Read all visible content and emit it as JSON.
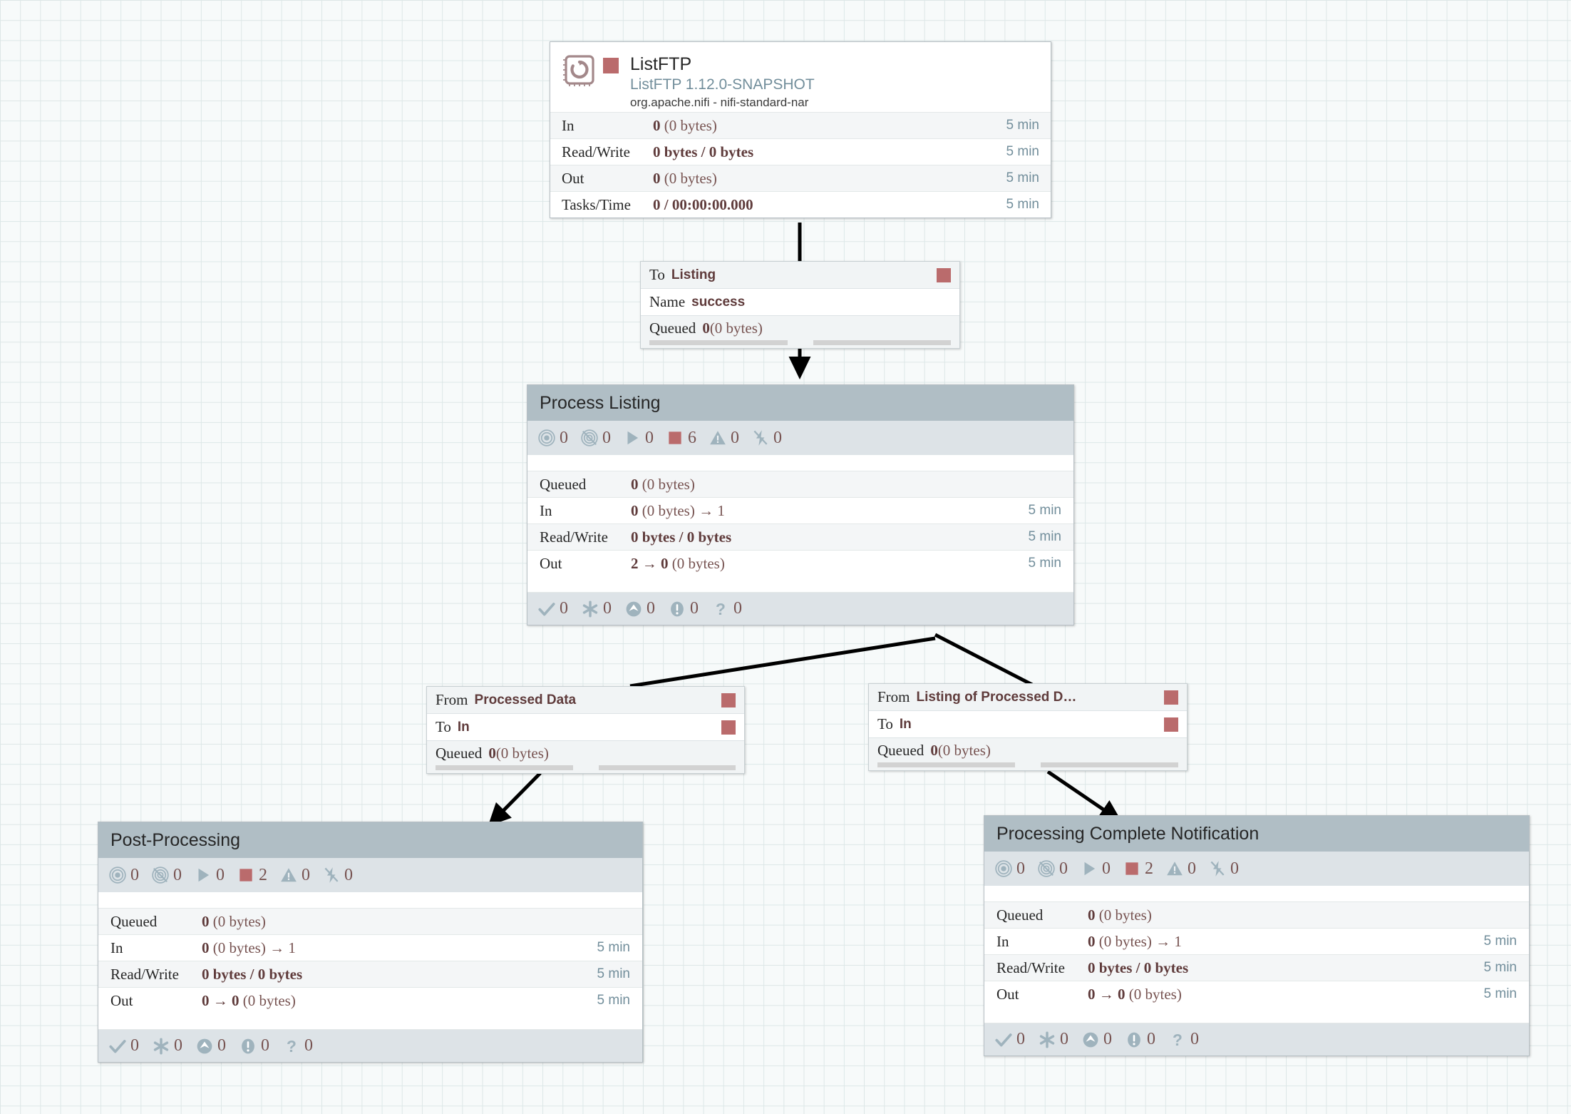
{
  "canvas": {
    "background_color": "#f7fafa",
    "grid_color": "#dde7e7"
  },
  "colors": {
    "stopped_red": "#ba6b6c",
    "group_header": "#b0bec5",
    "counts_band": "#dde3e7",
    "stat_value": "#775351",
    "time_blue": "#728e9b",
    "type_blue": "#728e9b"
  },
  "processor": {
    "name": "ListFTP",
    "type": "ListFTP 1.12.0-SNAPSHOT",
    "bundle": "org.apache.nifi - nifi-standard-nar",
    "icon": "processor-chip-icon",
    "run_status_icon": "stopped-square-icon",
    "stats": [
      {
        "label": "In",
        "value": "0",
        "suffix": " (0 bytes)",
        "bold_all": false,
        "time": "5 min"
      },
      {
        "label": "Read/Write",
        "value": "0 bytes / 0 bytes",
        "suffix": "",
        "bold_all": true,
        "time": "5 min"
      },
      {
        "label": "Out",
        "value": "0",
        "suffix": " (0 bytes)",
        "bold_all": false,
        "time": "5 min"
      },
      {
        "label": "Tasks/Time",
        "value": "0 / 00:00:00.000",
        "suffix": "",
        "bold_all": true,
        "time": "5 min"
      }
    ]
  },
  "connections": [
    {
      "id": "conn-listftp-to-listing",
      "rows": [
        {
          "key": "To",
          "value": "Listing",
          "flag": true
        },
        {
          "key": "Name",
          "value": "success",
          "flag": false
        }
      ],
      "queued_label": "Queued",
      "queued_value": "0",
      "queued_size": "(0 bytes)"
    },
    {
      "id": "conn-processed-data-to-in",
      "rows": [
        {
          "key": "From",
          "value": "Processed Data",
          "flag": true
        },
        {
          "key": "To",
          "value": "In",
          "flag": true
        }
      ],
      "queued_label": "Queued",
      "queued_value": "0",
      "queued_size": "(0 bytes)"
    },
    {
      "id": "conn-listing-of-processed-to-in",
      "rows": [
        {
          "key": "From",
          "value": "Listing of Processed D…",
          "flag": true
        },
        {
          "key": "To",
          "value": "In",
          "flag": true
        }
      ],
      "queued_label": "Queued",
      "queued_value": "0",
      "queued_size": "(0 bytes)"
    }
  ],
  "groups": [
    {
      "id": "group-process-listing",
      "title": "Process Listing",
      "counts": [
        {
          "icon": "transmitting-icon",
          "value": "0"
        },
        {
          "icon": "not-transmitting-icon",
          "value": "0"
        },
        {
          "icon": "running-icon",
          "value": "0"
        },
        {
          "icon": "stopped-icon",
          "value": "6"
        },
        {
          "icon": "invalid-warning-icon",
          "value": "0"
        },
        {
          "icon": "disabled-icon",
          "value": "0"
        }
      ],
      "stats": [
        {
          "label": "Queued",
          "value": "0",
          "suffix": " (0 bytes)",
          "bold_all": false,
          "time": ""
        },
        {
          "label": "In",
          "value": "0",
          "suffix": " (0 bytes) → 1",
          "bold_all": false,
          "time": "5 min"
        },
        {
          "label": "Read/Write",
          "value": "0 bytes / 0 bytes",
          "suffix": "",
          "bold_all": true,
          "time": "5 min"
        },
        {
          "label": "Out",
          "value": "2 → 0",
          "suffix": " (0 bytes)",
          "bold_all": false,
          "time": "5 min"
        }
      ],
      "footer": [
        {
          "icon": "check-icon",
          "value": "0"
        },
        {
          "icon": "asterisk-icon",
          "value": "0"
        },
        {
          "icon": "up-arrow-icon",
          "value": "0"
        },
        {
          "icon": "exclamation-icon",
          "value": "0"
        },
        {
          "icon": "question-icon",
          "value": "0"
        }
      ]
    },
    {
      "id": "group-post-processing",
      "title": "Post-Processing",
      "counts": [
        {
          "icon": "transmitting-icon",
          "value": "0"
        },
        {
          "icon": "not-transmitting-icon",
          "value": "0"
        },
        {
          "icon": "running-icon",
          "value": "0"
        },
        {
          "icon": "stopped-icon",
          "value": "2"
        },
        {
          "icon": "invalid-warning-icon",
          "value": "0"
        },
        {
          "icon": "disabled-icon",
          "value": "0"
        }
      ],
      "stats": [
        {
          "label": "Queued",
          "value": "0",
          "suffix": " (0 bytes)",
          "bold_all": false,
          "time": ""
        },
        {
          "label": "In",
          "value": "0",
          "suffix": " (0 bytes) → 1",
          "bold_all": false,
          "time": "5 min"
        },
        {
          "label": "Read/Write",
          "value": "0 bytes / 0 bytes",
          "suffix": "",
          "bold_all": true,
          "time": "5 min"
        },
        {
          "label": "Out",
          "value": "0 → 0",
          "suffix": " (0 bytes)",
          "bold_all": false,
          "time": "5 min"
        }
      ],
      "footer": [
        {
          "icon": "check-icon",
          "value": "0"
        },
        {
          "icon": "asterisk-icon",
          "value": "0"
        },
        {
          "icon": "up-arrow-icon",
          "value": "0"
        },
        {
          "icon": "exclamation-icon",
          "value": "0"
        },
        {
          "icon": "question-icon",
          "value": "0"
        }
      ]
    },
    {
      "id": "group-processing-complete-notification",
      "title": "Processing Complete Notification",
      "counts": [
        {
          "icon": "transmitting-icon",
          "value": "0"
        },
        {
          "icon": "not-transmitting-icon",
          "value": "0"
        },
        {
          "icon": "running-icon",
          "value": "0"
        },
        {
          "icon": "stopped-icon",
          "value": "2"
        },
        {
          "icon": "invalid-warning-icon",
          "value": "0"
        },
        {
          "icon": "disabled-icon",
          "value": "0"
        }
      ],
      "stats": [
        {
          "label": "Queued",
          "value": "0",
          "suffix": " (0 bytes)",
          "bold_all": false,
          "time": ""
        },
        {
          "label": "In",
          "value": "0",
          "suffix": " (0 bytes) → 1",
          "bold_all": false,
          "time": "5 min"
        },
        {
          "label": "Read/Write",
          "value": "0 bytes / 0 bytes",
          "suffix": "",
          "bold_all": true,
          "time": "5 min"
        },
        {
          "label": "Out",
          "value": "0 → 0",
          "suffix": " (0 bytes)",
          "bold_all": false,
          "time": "5 min"
        }
      ],
      "footer": [
        {
          "icon": "check-icon",
          "value": "0"
        },
        {
          "icon": "asterisk-icon",
          "value": "0"
        },
        {
          "icon": "up-arrow-icon",
          "value": "0"
        },
        {
          "icon": "exclamation-icon",
          "value": "0"
        },
        {
          "icon": "question-icon",
          "value": "0"
        }
      ]
    }
  ]
}
